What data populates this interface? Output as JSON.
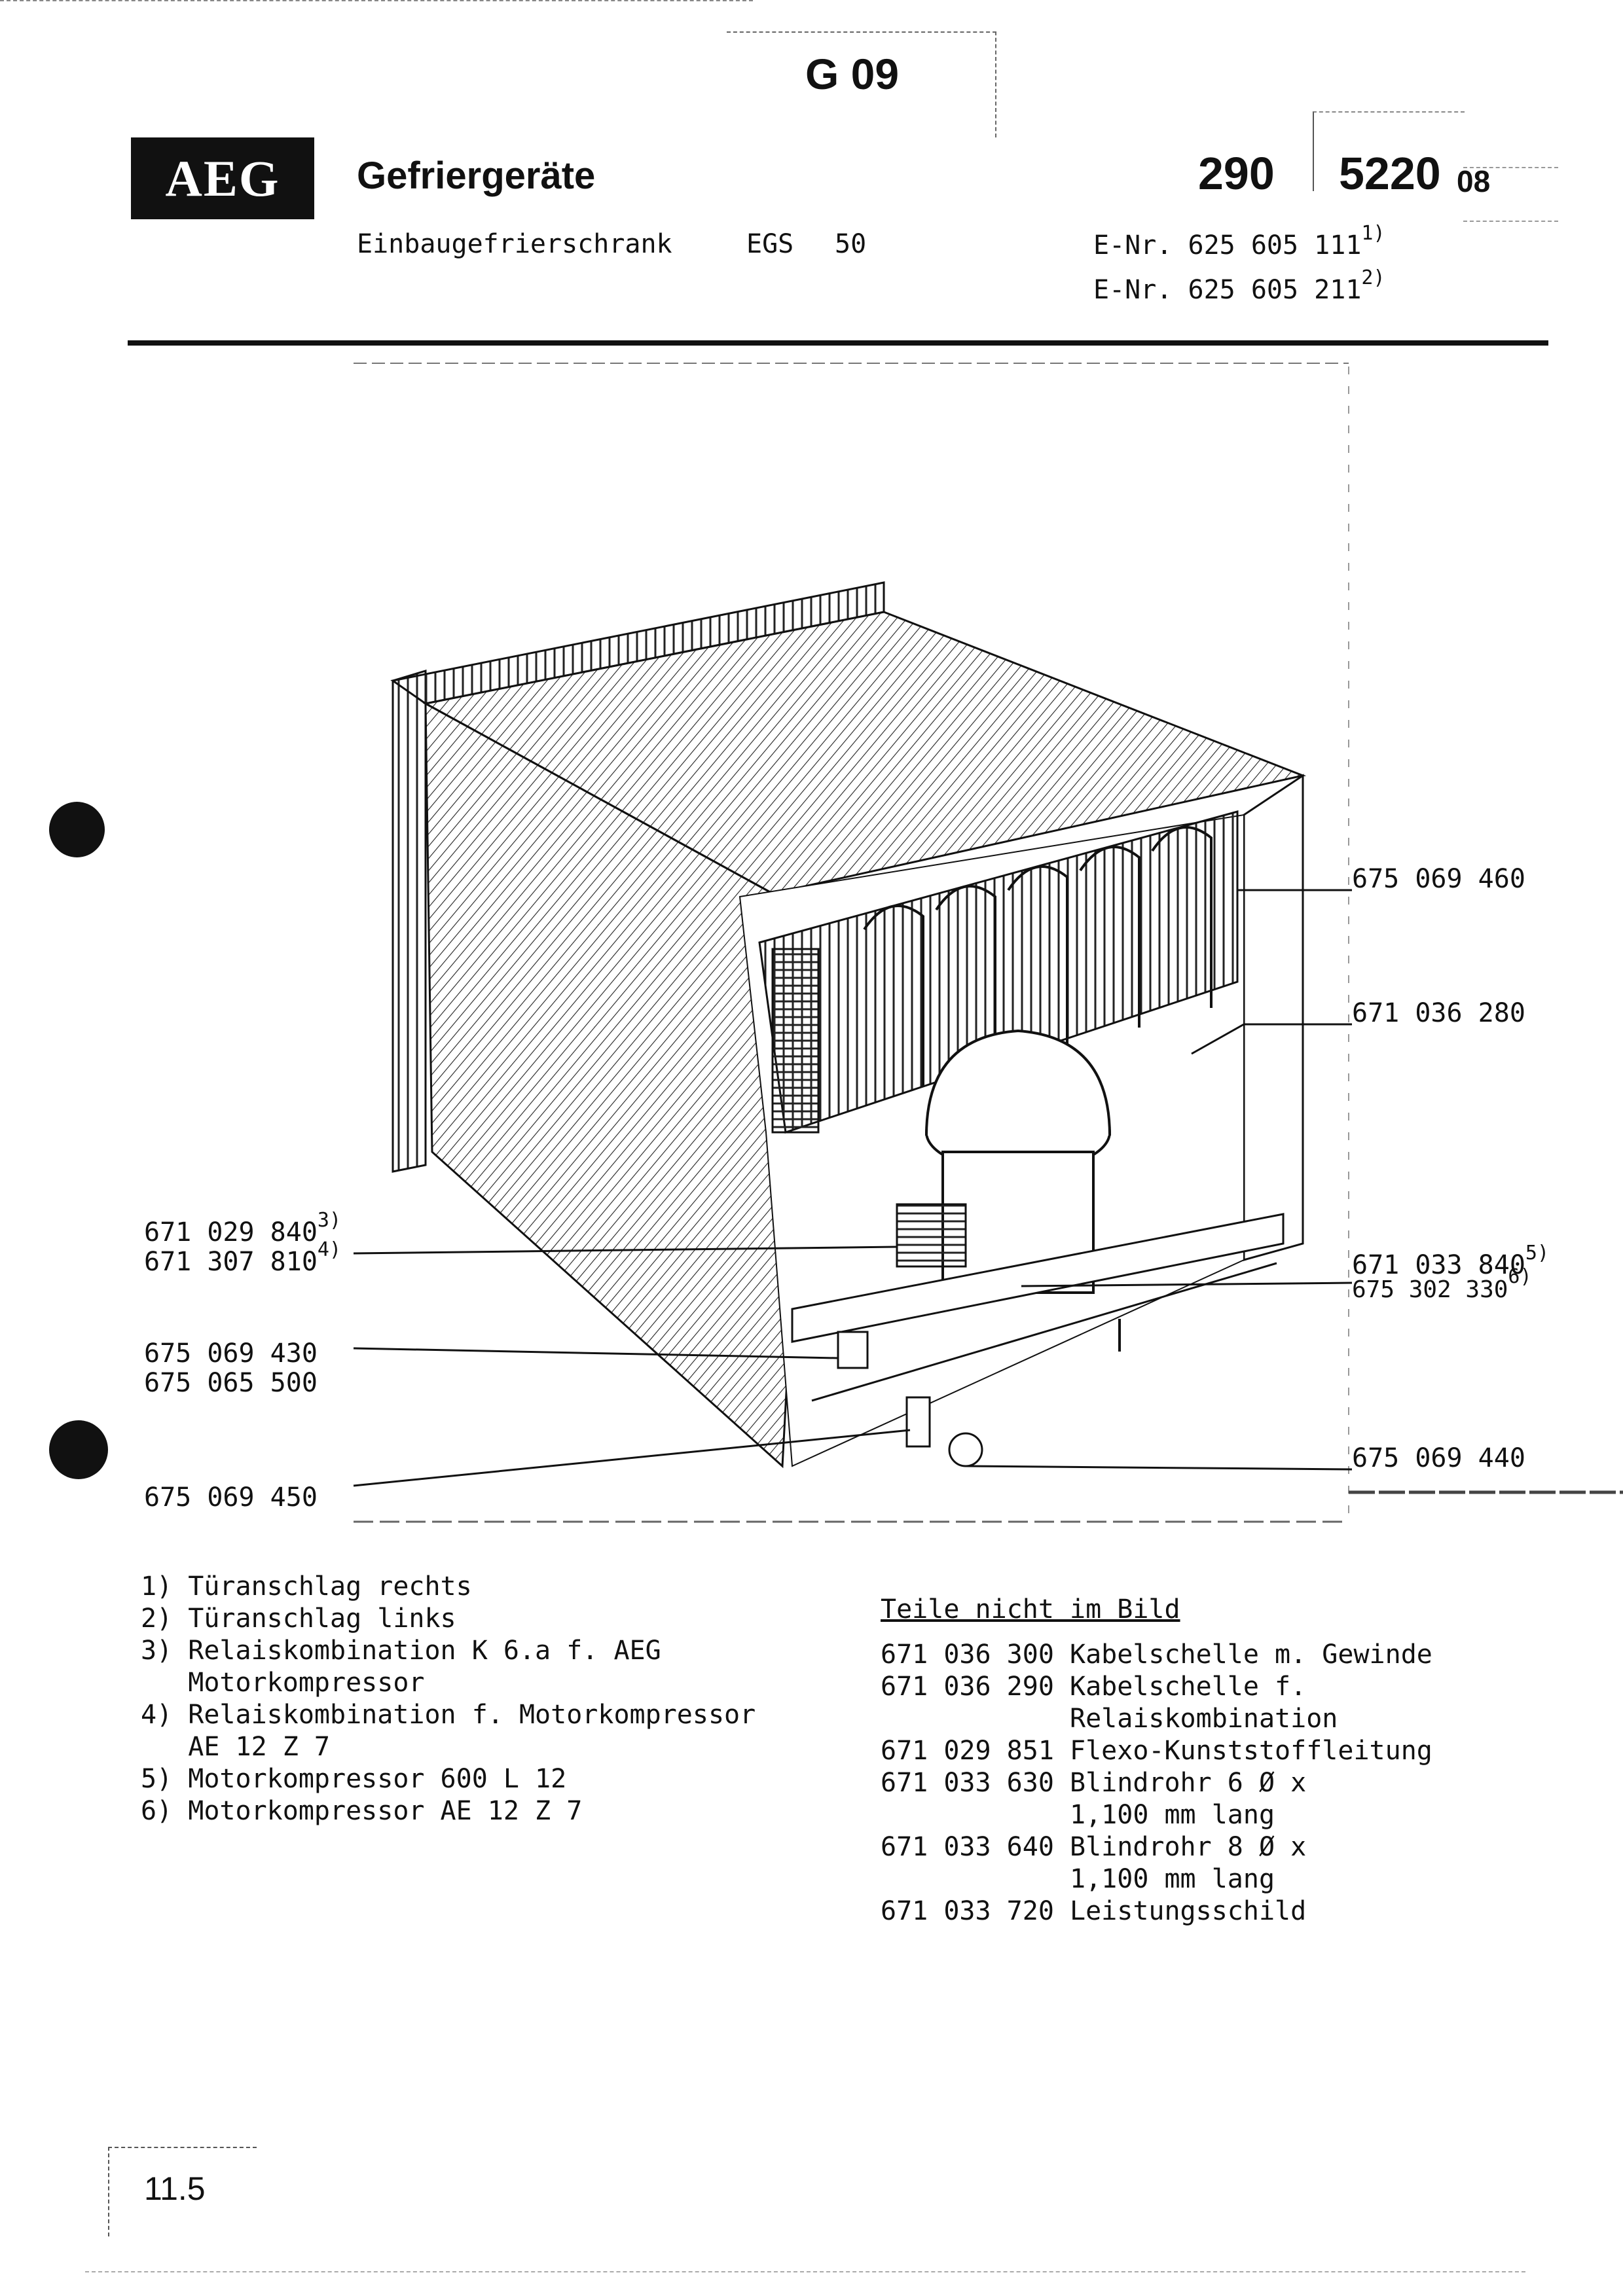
{
  "header": {
    "section_code": "G 09",
    "brand": "AEG",
    "category": "Gefriergeräte",
    "doc_prefix": "290",
    "doc_number": "5220",
    "doc_suffix": "08",
    "subtitle": "Einbaugefrierschrank",
    "model_type": "EGS",
    "model_number": "50",
    "enr_lines": [
      {
        "text": "E-Nr. 625 605 111",
        "ref": "1)"
      },
      {
        "text": "E-Nr. 625 605 211",
        "ref": "2)"
      }
    ]
  },
  "diagram": {
    "callouts_left": [
      {
        "line1": "671 029 840",
        "ref1": "3)",
        "line2": "671 307 810",
        "ref2": "4)"
      },
      {
        "line1": "675 069 430",
        "line2": "675 065 500"
      },
      {
        "line1": "675 069 450"
      }
    ],
    "callouts_right": [
      {
        "line1": "675 069 460"
      },
      {
        "line1": "671 036 280"
      },
      {
        "line1": "671 033 840",
        "ref1": "5)",
        "line2": "675 302 330",
        "ref2": "6)"
      },
      {
        "line1": "675 069 440"
      }
    ]
  },
  "footnotes": [
    "1) Türanschlag rechts",
    "2) Türanschlag links",
    "3) Relaiskombination K 6.a f. AEG",
    "   Motorkompressor",
    "4) Relaiskombination f. Motorkompressor",
    "   AE 12 Z 7",
    "5) Motorkompressor 600 L 12",
    "6) Motorkompressor AE 12 Z 7"
  ],
  "parts_not_shown": {
    "heading": "Teile nicht im Bild",
    "lines": [
      "671 036 300 Kabelschelle m. Gewinde",
      "671 036 290 Kabelschelle f.",
      "            Relaiskombination",
      "671 029 851 Flexo-Kunststoffleitung",
      "671 033 630 Blindrohr 6 Ø x",
      "            1,100 mm lang",
      "671 033 640 Blindrohr 8 Ø x",
      "            1,100 mm lang",
      "671 033 720 Leistungsschild"
    ]
  },
  "page_number": "11.5"
}
